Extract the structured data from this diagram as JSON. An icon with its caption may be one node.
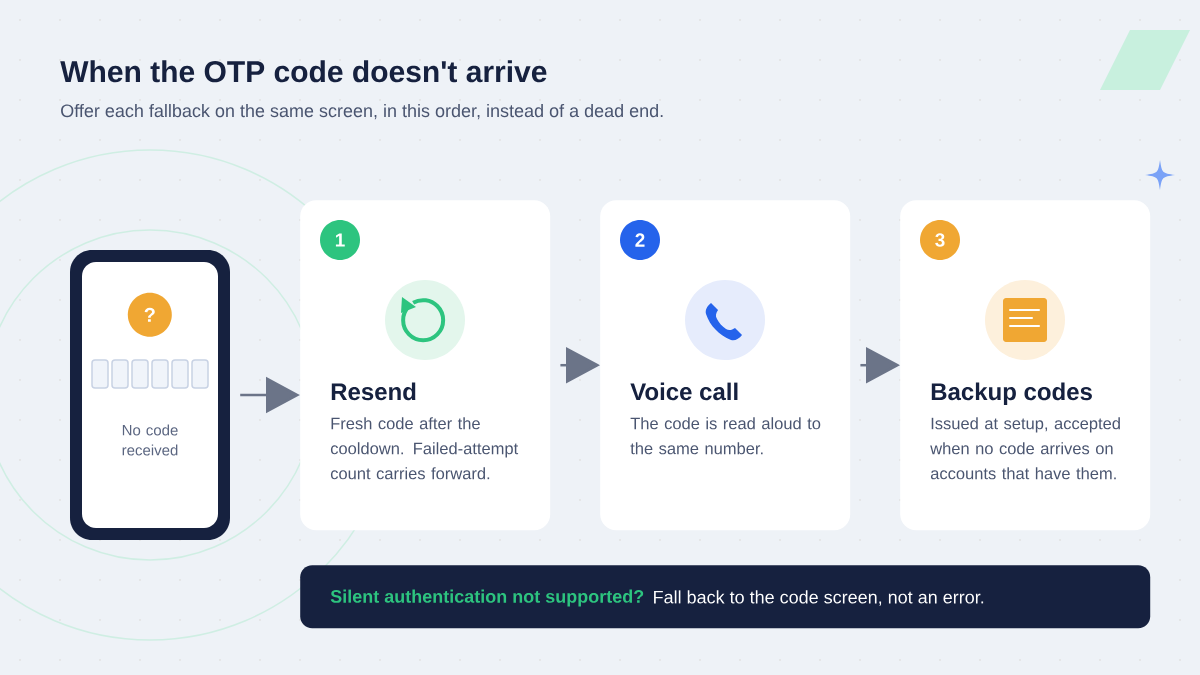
{
  "diagram": {
    "title": "When the OTP code doesn't arrive",
    "caption": "Offer each fallback on the same screen, in this order, instead of a dead end.",
    "nodes": [
      {
        "text": [
          "No code received"
        ]
      },
      {
        "text": [
          "?"
        ],
        "in": 0
      },
      {
        "text": [
          "Resend",
          "Fresh code after the cooldown. Failed-attempt count carries forward."
        ]
      },
      {
        "text": [
          "1"
        ],
        "in": 2
      },
      {
        "text": [
          "Voice call",
          "The code is read aloud to the same number."
        ]
      },
      {
        "text": [
          "2"
        ],
        "in": 4
      },
      {
        "text": [
          "Backup codes",
          "Issued at setup, accepted when no code arrives on accounts that have them."
        ]
      },
      {
        "text": [
          "3"
        ],
        "in": 6
      },
      {
        "text": [
          "Silent authentication not supported?",
          "Fall back to the code screen, not an error."
        ]
      }
    ],
    "edges": [
      {
        "from": 0,
        "to": 2,
        "arrow": "to"
      },
      {
        "from": 2,
        "to": 4,
        "arrow": "to"
      },
      {
        "from": 4,
        "to": 6,
        "arrow": "to"
      }
    ]
  }
}
